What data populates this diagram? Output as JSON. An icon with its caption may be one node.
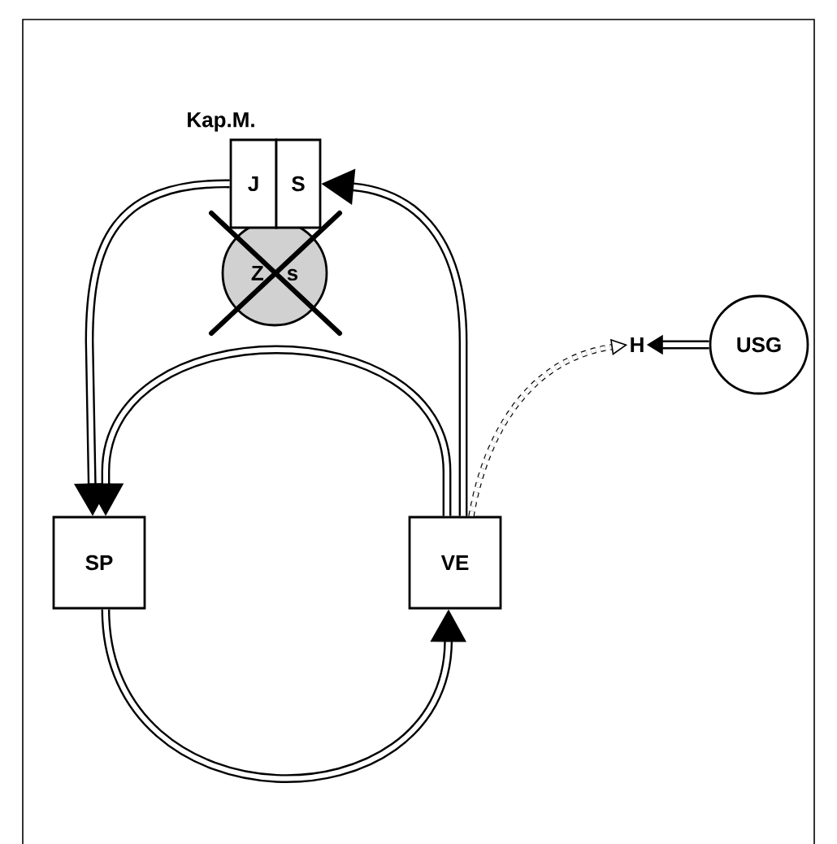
{
  "diagram": {
    "nodes": [
      {
        "text": [
          "J"
        ]
      },
      {
        "text": [
          "S"
        ]
      },
      {
        "text": [
          "Z",
          "s"
        ]
      },
      {
        "text": [
          "SP"
        ]
      },
      {
        "text": [
          "VE"
        ]
      },
      {
        "text": [
          "H"
        ]
      },
      {
        "text": [
          "USG"
        ]
      }
    ],
    "edges": [
      {
        "from": 0,
        "to": 3,
        "arrow": "to"
      },
      {
        "from": 4,
        "to": 1,
        "arrow": "to"
      },
      {
        "from": 4,
        "to": 3,
        "arrow": "to"
      },
      {
        "from": 3,
        "to": 4,
        "arrow": "to"
      },
      {
        "from": 4,
        "to": 5,
        "arrow": "to",
        "style": "dashed"
      },
      {
        "from": 6,
        "to": 5,
        "arrow": "to"
      }
    ],
    "labels": [
      "Kap.M."
    ]
  }
}
